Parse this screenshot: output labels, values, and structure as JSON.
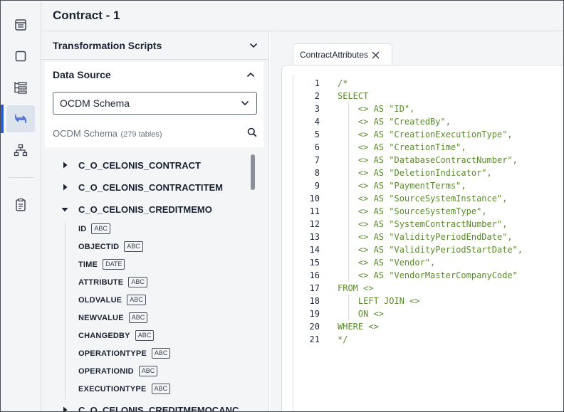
{
  "header": {
    "title": "Contract - 1"
  },
  "rail": {
    "items": [
      {
        "icon": "dashboard-icon"
      },
      {
        "icon": "square-icon"
      },
      {
        "icon": "list-tree-icon"
      },
      {
        "icon": "transform-arrows-icon",
        "active": true
      },
      {
        "icon": "hierarchy-icon"
      },
      {
        "icon": "clipboard-icon"
      }
    ]
  },
  "panel": {
    "transformation_scripts": {
      "label": "Transformation Scripts"
    },
    "data_source": {
      "label": "Data Source",
      "selected": "OCDM Schema",
      "schema_name": "OCDM Schema",
      "schema_count": "(279 tables)"
    },
    "tables": [
      {
        "name": "C_O_CELONIS_CONTRACT",
        "expanded": false
      },
      {
        "name": "C_O_CELONIS_CONTRACTITEM",
        "expanded": false
      },
      {
        "name": "C_O_CELONIS_CREDITMEMO",
        "expanded": true
      },
      {
        "name": "C_O_CELONIS_CREDITMEMOCANCE…",
        "expanded": false
      }
    ],
    "columns": [
      {
        "name": "ID",
        "type": "ABC"
      },
      {
        "name": "OBJECTID",
        "type": "ABC"
      },
      {
        "name": "TIME",
        "type": "DATE"
      },
      {
        "name": "ATTRIBUTE",
        "type": "ABC"
      },
      {
        "name": "OLDVALUE",
        "type": "ABC"
      },
      {
        "name": "NEWVALUE",
        "type": "ABC"
      },
      {
        "name": "CHANGEDBY",
        "type": "ABC"
      },
      {
        "name": "OPERATIONTYPE",
        "type": "ABC"
      },
      {
        "name": "OPERATIONID",
        "type": "ABC"
      },
      {
        "name": "EXECUTIONTYPE",
        "type": "ABC"
      }
    ]
  },
  "editor": {
    "tab_label": "ContractAttributes",
    "code_color": "#5b8a2e",
    "lines": [
      "/*",
      "SELECT",
      "    <> AS \"ID\",",
      "    <> AS \"CreatedBy\",",
      "    <> AS \"CreationExecutionType\",",
      "    <> AS \"CreationTime\",",
      "    <> AS \"DatabaseContractNumber\",",
      "    <> AS \"DeletionIndicator\",",
      "    <> AS \"PaymentTerms\",",
      "    <> AS \"SourceSystemInstance\",",
      "    <> AS \"SourceSystemType\",",
      "    <> AS \"SystemContractNumber\",",
      "    <> AS \"ValidityPeriodEndDate\",",
      "    <> AS \"ValidityPeriodStartDate\",",
      "    <> AS \"Vendor\",",
      "    <> AS \"VendorMasterCompanyCode\"",
      "FROM <>",
      "    LEFT JOIN <>",
      "    ON <>",
      "WHERE <>",
      "*/"
    ]
  }
}
